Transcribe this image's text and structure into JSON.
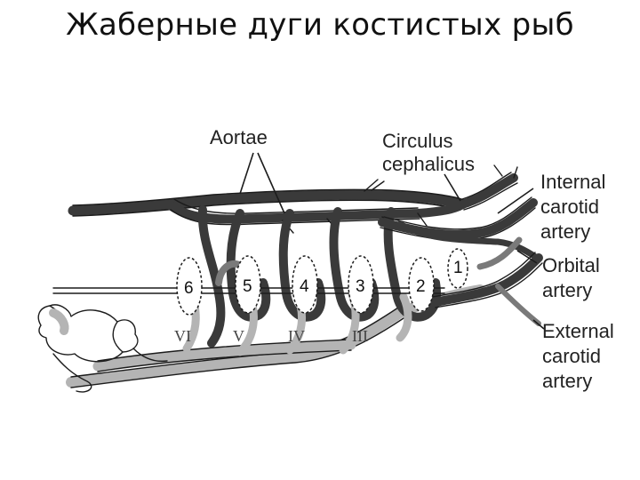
{
  "title": "Жаберные дуги костистых рыб",
  "labels": {
    "aortae": "Aortae",
    "circulus_1": "Circulus",
    "circulus_2": "cephalicus",
    "internal_1": "Internal",
    "internal_2": "carotid",
    "internal_3": "artery",
    "orbital_1": "Orbital",
    "orbital_2": "artery",
    "external_1": "External",
    "external_2": "carotid",
    "external_3": "artery"
  },
  "arch_numbers": [
    "6",
    "5",
    "4",
    "3",
    "2",
    "1"
  ],
  "roman_numerals": [
    "VI",
    "V",
    "IV",
    "III"
  ]
}
